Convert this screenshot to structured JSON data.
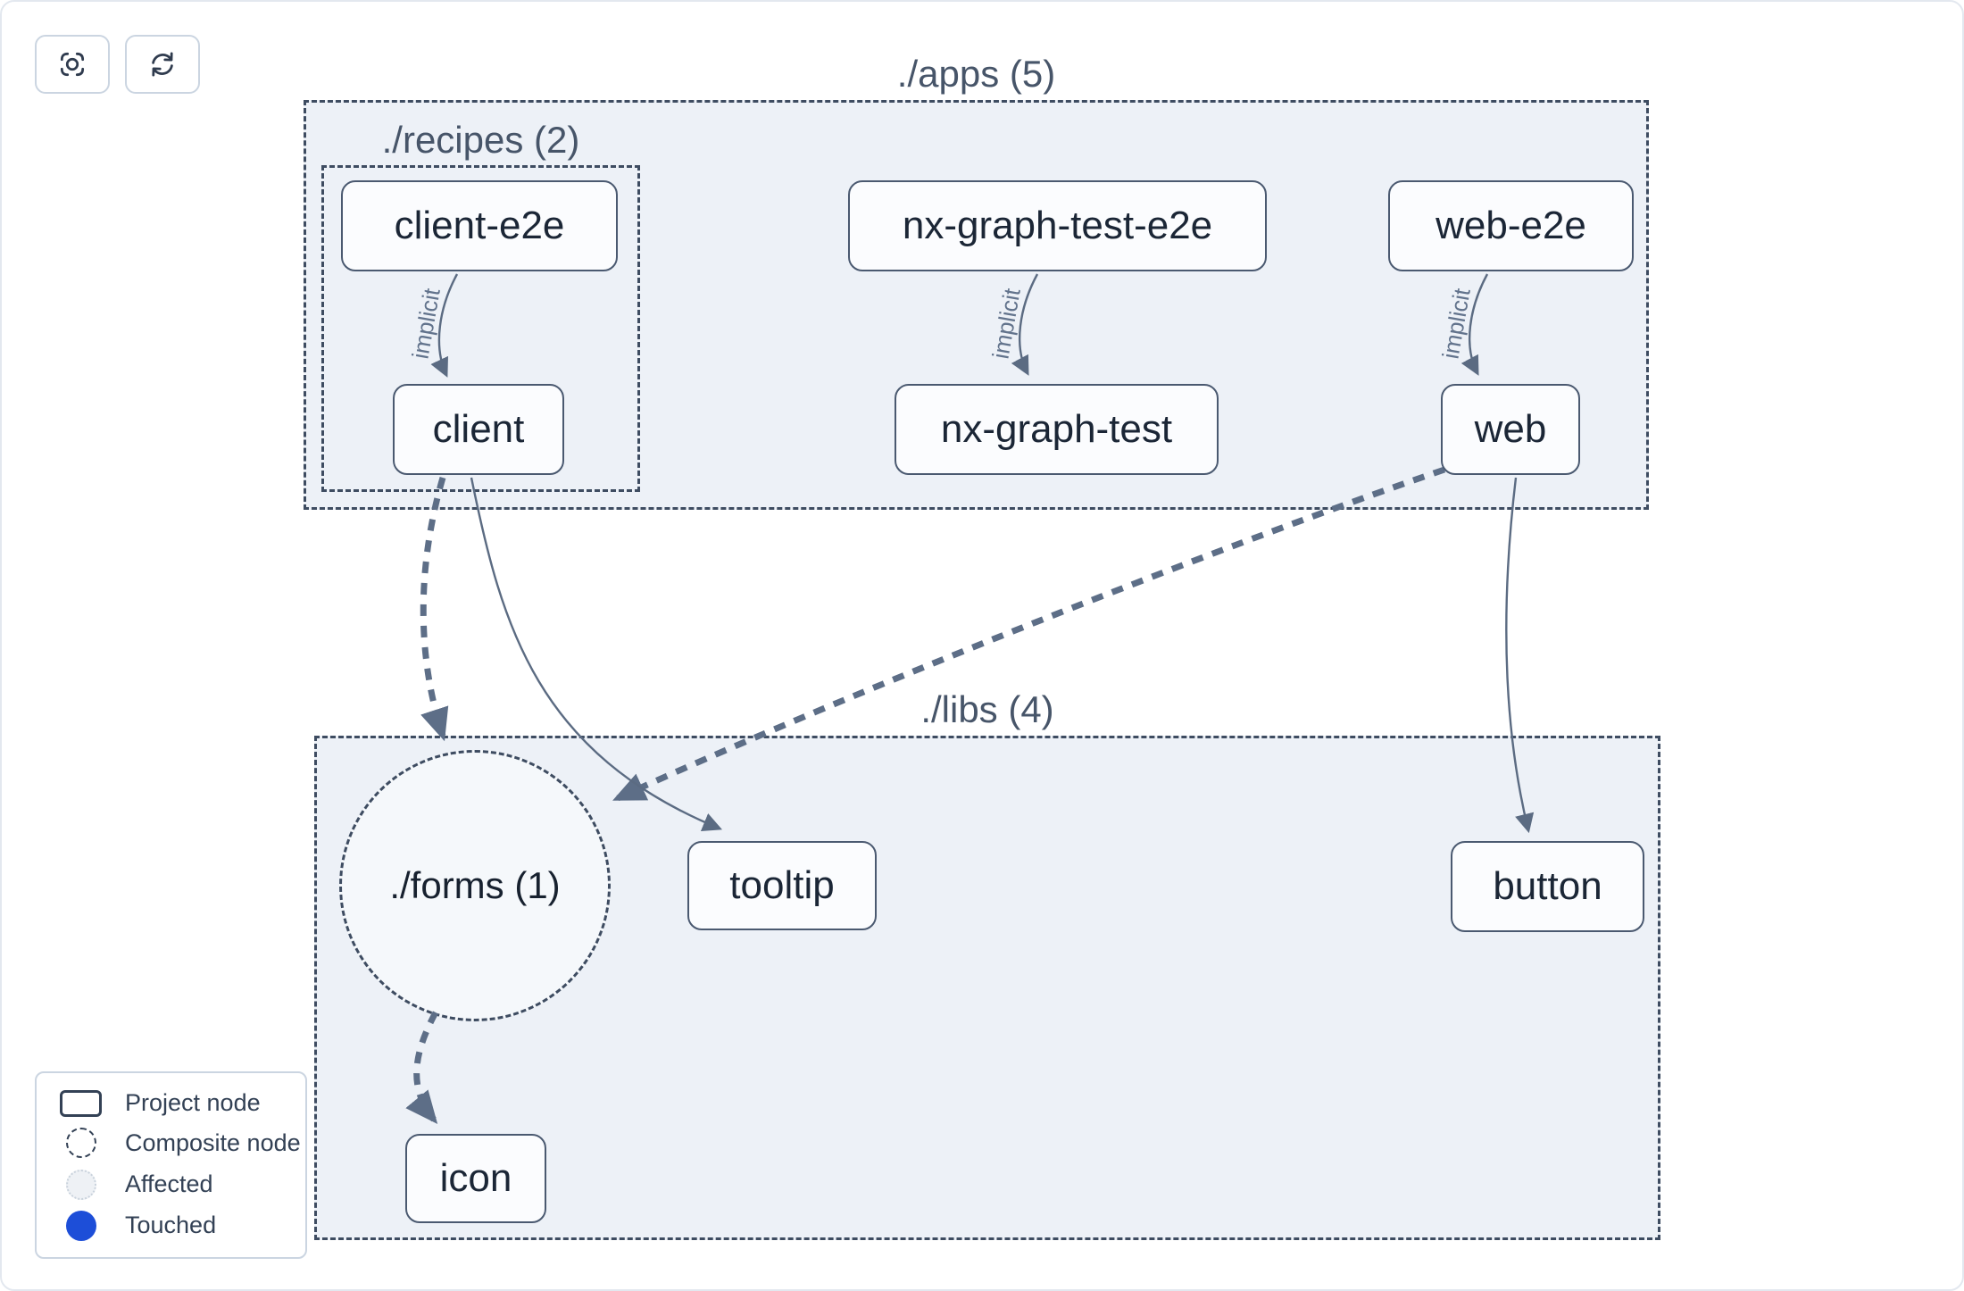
{
  "toolbar": {
    "focus_button": {
      "icon": "focus-center-icon"
    },
    "refresh_button": {
      "icon": "refresh-icon"
    }
  },
  "groups": {
    "apps": {
      "label": "./apps (5)"
    },
    "recipes": {
      "label": "./recipes (2)"
    },
    "libs": {
      "label": "./libs (4)"
    },
    "forms": {
      "label": "./forms (1)"
    }
  },
  "nodes": {
    "client_e2e": "client-e2e",
    "client": "client",
    "nx_graph_test_e2e": "nx-graph-test-e2e",
    "nx_graph_test": "nx-graph-test",
    "web_e2e": "web-e2e",
    "web": "web",
    "tooltip": "tooltip",
    "button": "button",
    "icon": "icon"
  },
  "edges": [
    {
      "from": "client-e2e",
      "to": "client",
      "type": "implicit",
      "label": "implicit"
    },
    {
      "from": "nx-graph-test-e2e",
      "to": "nx-graph-test",
      "type": "implicit",
      "label": "implicit"
    },
    {
      "from": "web-e2e",
      "to": "web",
      "type": "implicit",
      "label": "implicit"
    },
    {
      "from": "client",
      "to": "./forms (1)",
      "type": "composite-dashed",
      "label": ""
    },
    {
      "from": "client",
      "to": "tooltip",
      "type": "static",
      "label": ""
    },
    {
      "from": "web",
      "to": "./forms (1)",
      "type": "composite-dashed",
      "label": ""
    },
    {
      "from": "web",
      "to": "button",
      "type": "static",
      "label": ""
    },
    {
      "from": "./forms (1)",
      "to": "icon",
      "type": "composite-dashed",
      "label": ""
    }
  ],
  "legend": {
    "items": [
      {
        "label": "Project node",
        "swatch": "project-node-swatch"
      },
      {
        "label": "Composite node",
        "swatch": "composite-node-swatch"
      },
      {
        "label": "Affected",
        "swatch": "affected-swatch"
      },
      {
        "label": "Touched",
        "swatch": "touched-swatch"
      }
    ]
  },
  "colors": {
    "touched_blue": "#1d4ed8",
    "container_fill": "#edf1f7",
    "node_fill": "#fbfcfe",
    "node_border": "#4a5970",
    "container_border": "#3e4c61",
    "edge": "#5b6b82",
    "node_text": "#1b2636",
    "group_label_text": "#475569"
  }
}
